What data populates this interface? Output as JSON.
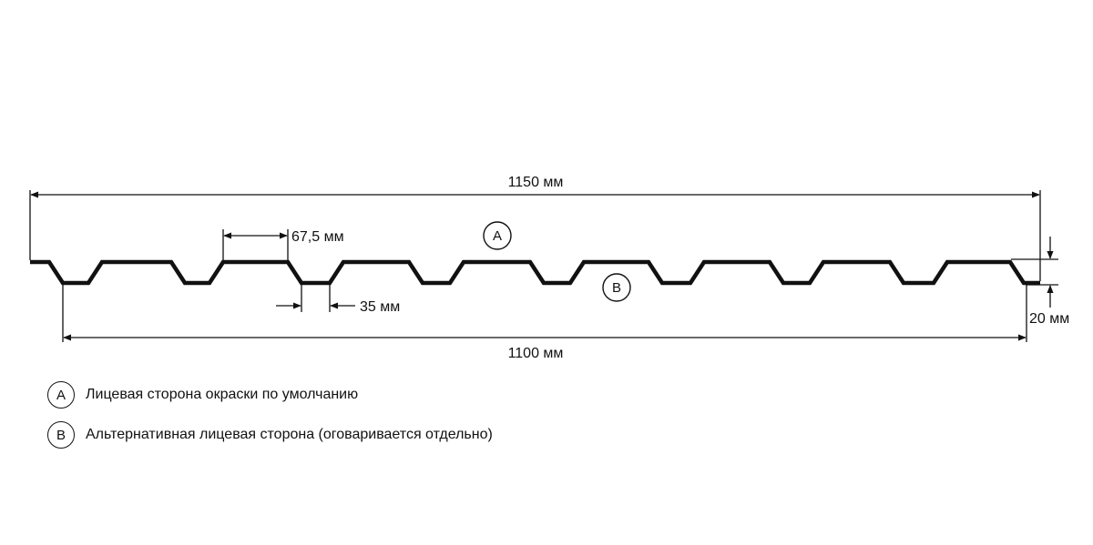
{
  "dimensions": {
    "total_width": "1150 мм",
    "top_flat": "67,5 мм",
    "bottom_flat": "35 мм",
    "height": "20 мм",
    "working_width": "1100 мм"
  },
  "markers": {
    "a": "A",
    "b": "B"
  },
  "legend": [
    {
      "marker": "A",
      "text": "Лицевая сторона окраски по умолчанию"
    },
    {
      "marker": "B",
      "text": "Альтернативная лицевая сторона (оговаривается отдельно)"
    }
  ],
  "colors": {
    "line": "#111111",
    "background": "#ffffff"
  }
}
